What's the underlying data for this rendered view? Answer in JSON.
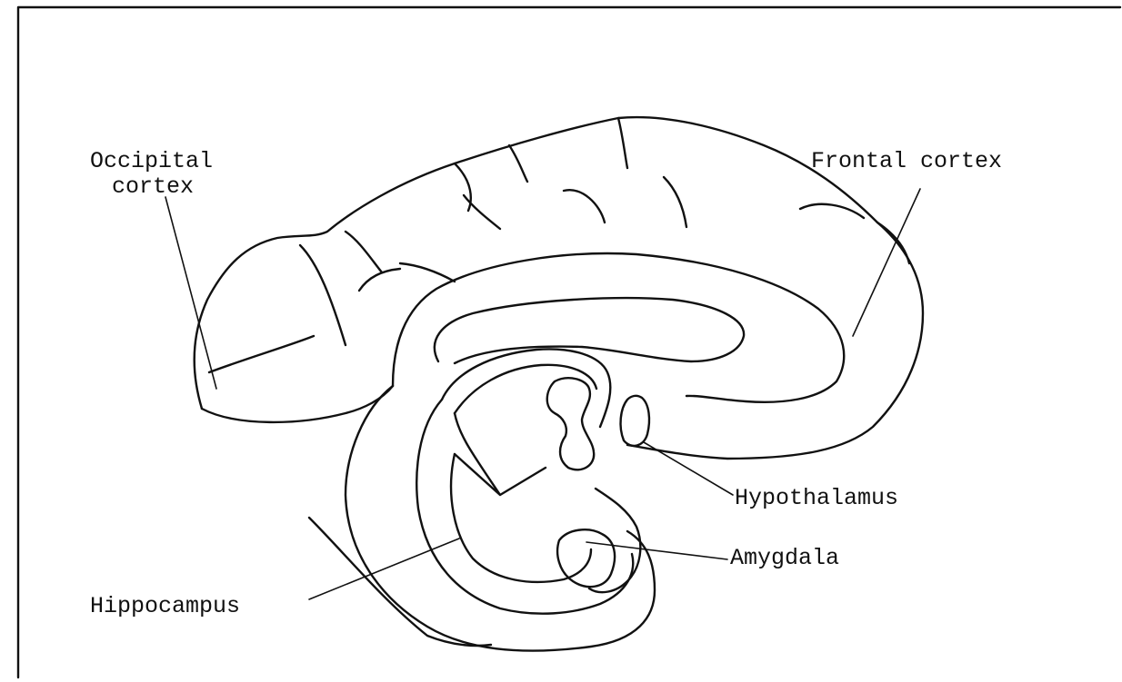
{
  "labels": {
    "occipital_line1": "Occipital",
    "occipital_line2": "cortex",
    "frontal": "Frontal cortex",
    "hypothalamus": "Hypothalamus",
    "amygdala": "Amygdala",
    "hippocampus": "Hippocampus"
  },
  "colors": {
    "ink": "#111111",
    "background": "#ffffff"
  }
}
